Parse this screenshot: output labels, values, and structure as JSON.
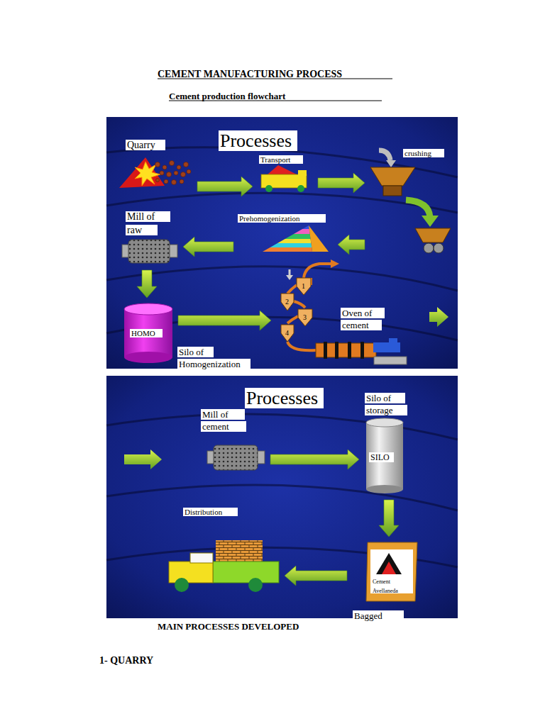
{
  "diagram": {
    "title": "CEMENT MANUFACTURING PROCESS",
    "nodes": [
      {
        "text": [
          "Quarry"
        ]
      },
      {
        "text": [
          "Transport"
        ]
      },
      {
        "text": [
          "crushing"
        ]
      },
      {
        "text": [
          "Mill of raw"
        ]
      },
      {
        "text": [
          "Prehomogenization"
        ]
      },
      {
        "text": [
          "HOMO",
          "Silo of Homogenization"
        ]
      },
      {
        "text": [
          "Oven of cement"
        ]
      },
      {
        "text": [
          "Mill of cement"
        ]
      },
      {
        "text": [
          "Silo of storage",
          "SILO"
        ]
      },
      {
        "text": [
          "Distribution"
        ]
      },
      {
        "text": [
          "Cement Avellaneda",
          "Bagged"
        ]
      }
    ],
    "edges": [
      {
        "from": 0,
        "to": 1,
        "arrow": "to"
      },
      {
        "from": 1,
        "to": 2,
        "arrow": "to"
      },
      {
        "from": 2,
        "to": 4,
        "arrow": "to"
      },
      {
        "from": 4,
        "to": 3,
        "arrow": "to"
      },
      {
        "from": 3,
        "to": 5,
        "arrow": "to"
      },
      {
        "from": 5,
        "to": 6,
        "arrow": "to"
      },
      {
        "from": 7,
        "to": 8,
        "arrow": "to"
      },
      {
        "from": 8,
        "to": 10,
        "arrow": "to"
      },
      {
        "from": 10,
        "to": 9,
        "arrow": "to"
      }
    ],
    "labels": [
      "Cement production flowchart",
      "Processes",
      "1",
      "2",
      "3",
      "4",
      "Processes",
      "MAIN PROCESSES DEVELOPED",
      "1- QUARRY"
    ]
  }
}
